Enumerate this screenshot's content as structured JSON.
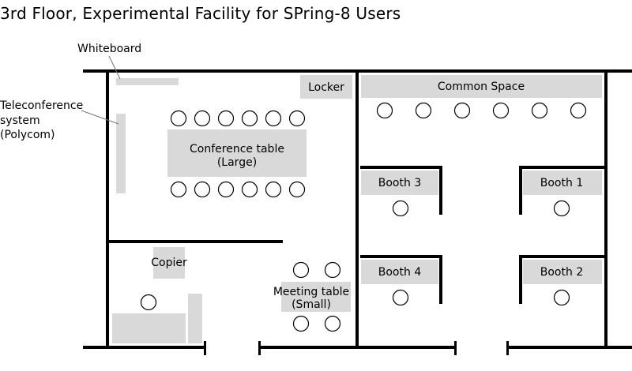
{
  "title": "3rd Floor, Experimental Facility for SPring-8 Users",
  "labels": {
    "whiteboard": "Whiteboard",
    "teleconference": [
      "Teleconference",
      "system",
      "(Polycom)"
    ],
    "locker": "Locker",
    "common_space": "Common Space",
    "conference_table": [
      "Conference table",
      "(Large)"
    ],
    "copier": "Copier",
    "meeting_table": [
      "Meeting table",
      "(Small)"
    ],
    "booth_3": "Booth 3",
    "booth_1": "Booth 1",
    "booth_4": "Booth 4",
    "booth_2": "Booth 2"
  },
  "colors": {
    "wall": "#000000",
    "furniture": "#d9d9d9",
    "leader_line": "#777777"
  }
}
